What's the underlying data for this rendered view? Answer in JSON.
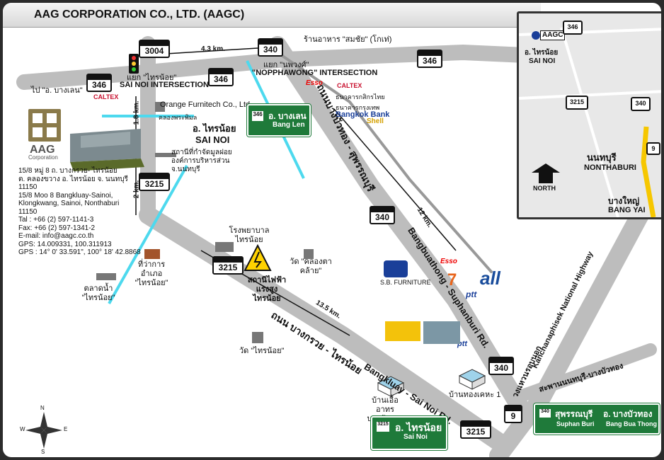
{
  "header": {
    "title": "AAG CORPORATION CO., LTD. (AAGC)"
  },
  "routes": {
    "r3004": "3004",
    "r340_top": "340",
    "r346_left": "346",
    "r346_mid": "346",
    "r346_right": "346",
    "r3215_a": "3215",
    "r3215_b": "3215",
    "r340_mid": "340",
    "r340_low": "340",
    "r9": "9",
    "r3215_bottom": "3215"
  },
  "distances": {
    "d1": "4.3 km.",
    "d2": "1.8 km.",
    "d3": "2 km.",
    "d4": "12 km.",
    "d5": "13.5 km."
  },
  "labels": {
    "to_banglen": "ไป \"อ. บางเลน\"",
    "sainoi_junction_th": "แยก \"ไทรน้อย\"",
    "sainoi_junction_en": "SAI NOI INTERSECTION",
    "nopphawong_th": "แยก \"นพวงศ์\"",
    "nopphawong_en": "\"NOPPHAWONG\" INTERSECTION",
    "restaurant": "ร้านอาหาร \"สมชัย\" (โกเท่)",
    "orange": "Orange Furnitech Co., Ltd.",
    "canal": "คลองพระพิมล",
    "district_th": "อ. ไทรน้อย",
    "district_en": "SAI NOI",
    "water_office": "สถานีที่กำจัดมูลฝอย องค์การบริหารส่วน จ.นนทบุรี",
    "hospital": "โรงพยาบาล ไทรน้อย",
    "power": "สถานีไฟฟ้าแรงสูง ไทรน้อย",
    "district_office": "ที่ว่าการอำเภอ \"ไทรน้อย\"",
    "market": "ตลาดน้ำ \"ไทรน้อย\"",
    "wat1": "วัด \"คลองตาคล้าย\"",
    "wat2": "วัด \"ไทรน้อย\"",
    "village1": "บ้านเอื้ออาทร บางบัวทอง 2",
    "village2": "บ้านทองเคหะ 1",
    "road_th": "ถนนบางบัวทอง - สุพรรณบุรี",
    "road_en": "Bangbuathong - Suphanburi Rd.",
    "road2_th": "ถนน บางกรวย - ไทรน้อย",
    "road2_en": "Bangkluay - Sai Noi Rd.",
    "hwy": "Kanchanaphisek National Highway",
    "hwy_th": "วงแหวนรอบนอก",
    "bridge": "สะพานนนทบุรี-บางบัวทอง",
    "sb": "S.B. FURNITURE",
    "kbank": "ธนาคารกสิกรไทย",
    "bbl": "Bangkok Bank",
    "bbl_th": "ธนาคารกรุงเทพ",
    "aag": "AAG",
    "aag_sub": "Corporation"
  },
  "signs": {
    "banglen_th": "อ. บางเลน",
    "banglen_en": "Bang Len",
    "banglen_num": "346",
    "sainoi_th": "อ. ไทรน้อย",
    "sainoi_en": "Sai Noi",
    "sainoi_num": "3215",
    "suphan_th": "สุพรรณบุรี",
    "suphan_en": "Suphan Buri",
    "suphan_num": "340",
    "bbt_th": "อ. บางบัวทอง",
    "bbt_en": "Bang Bua Thong"
  },
  "brands": {
    "caltex": "CALTEX",
    "esso": "Esso",
    "shell": "Shell",
    "ptt": "ptt",
    "all": "all",
    "eleven": "7"
  },
  "address": {
    "line1": "15/8 หมู่ 8 ถ. บางกรวย- ไทรน้อย",
    "line2": "ต. คลองขวาง อ. ไทรน้อย จ. นนทบุรี",
    "line3": "11150",
    "line4": "15/8 Moo 8 Bangkluay-Sainoi,",
    "line5": "Klongkwang, Sainoi, Nonthaburi",
    "line6": "11150",
    "tel": "Tal : +66 (2) 597-1141-3",
    "fax": "Fax: +66 (2) 597-1341-2",
    "email": "E-mail: info@aagc.co.th",
    "gps1": "GPS: 14.009331, 100.311913",
    "gps2": "GPS : 14° 0' 33.591\", 100° 18' 42.8868"
  },
  "inset": {
    "aagc": "AAGC",
    "sainoi_th": "อ. ไทรน้อย",
    "sainoi_en": "SAI NOI",
    "nonthaburi_th": "นนทบุรี",
    "nonthaburi_en": "NONTHABURI",
    "bangyai_th": "บางใหญ่",
    "bangyai_en": "BANG YAI",
    "north": "NORTH",
    "r346": "346",
    "r3215": "3215",
    "r340": "340",
    "r9": "9"
  },
  "compass": {
    "n": "N",
    "s": "S",
    "e": "E",
    "w": "W"
  }
}
